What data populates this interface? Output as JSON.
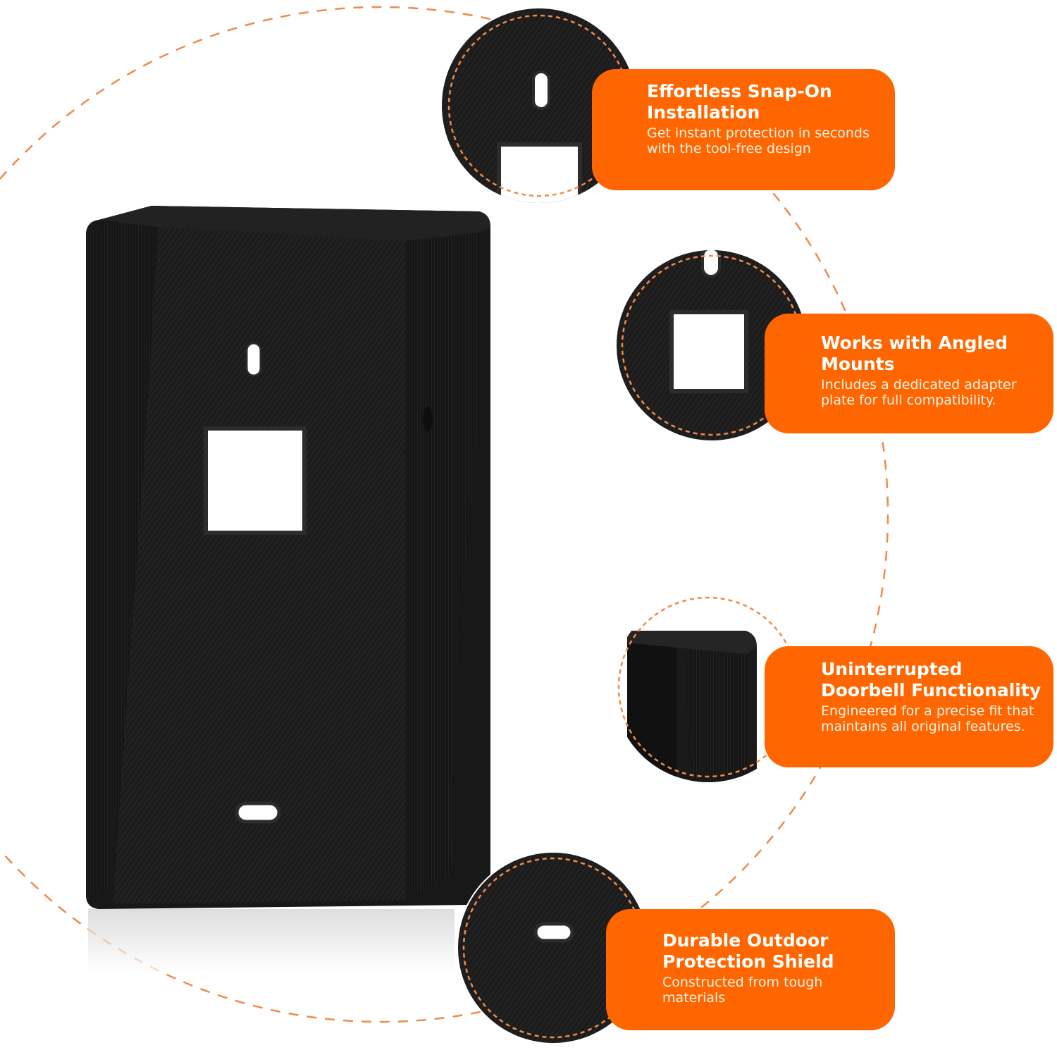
{
  "colors": {
    "accent": "#ff6600",
    "product": "#1b1b1b",
    "background": "#ffffff"
  },
  "features": [
    {
      "title": "Effortless Snap-On Installation",
      "description": "Get instant protection in seconds with the tool-free design"
    },
    {
      "title": "Works with Angled Mounts",
      "description": "Includes a dedicated adapter plate for full compatibility."
    },
    {
      "title": "Uninterrupted Doorbell Functionality",
      "description": "Engineered for a precise fit that maintains all original features."
    },
    {
      "title": "Durable Outdoor Protection Shield",
      "description": "Constructed from tough materials"
    }
  ]
}
